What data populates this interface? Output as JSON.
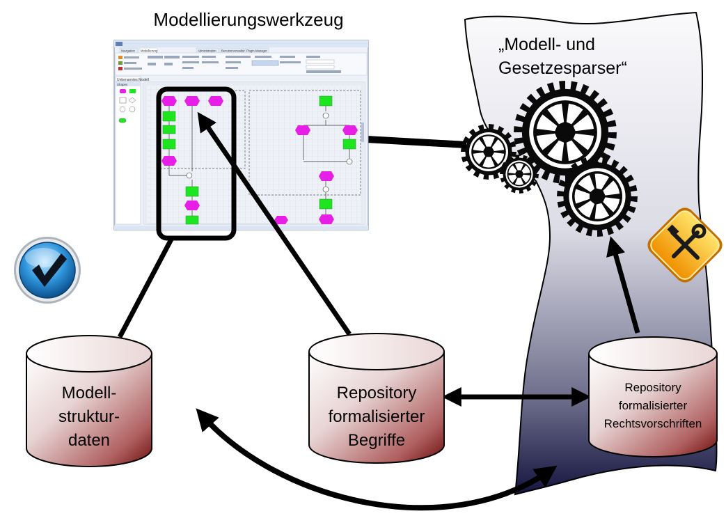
{
  "title": "Modellierungswerkzeug",
  "parser_label_line1": "„Modell- und",
  "parser_label_line2": "Gesetzesparser“",
  "databases": [
    {
      "id": "modell",
      "lines": [
        "Modell-",
        "struktur-",
        "daten"
      ]
    },
    {
      "id": "begriffe",
      "lines": [
        "Repository",
        "formalisierter",
        "Begriffe"
      ]
    },
    {
      "id": "rechtsvorschriften",
      "lines": [
        "Repository",
        "formalisierter",
        "Rechtsvorschriften"
      ]
    }
  ],
  "tool_tabs": [
    "Navigation",
    "Modellierung",
    "Administration",
    "Benutzerverwaltung",
    "Plugin-Manager"
  ],
  "tool_document_tab": "Unbenanntes Modell",
  "tool_shapes_title": "Shapes",
  "colors": {
    "stroke": "#000000",
    "node_magenta": "#e61ee6",
    "node_green": "#1ee61e",
    "cylinder_light": "#ffffff",
    "cylinder_dark": "#7a1010",
    "cloud_light": "#f4f4f8",
    "cloud_dark": "#1c1c4a",
    "check_blue": "#2a8fd6",
    "warning_orange": "#f5a800"
  },
  "icons": [
    "checkmark-icon",
    "tools-warning-icon",
    "gears-icon"
  ]
}
